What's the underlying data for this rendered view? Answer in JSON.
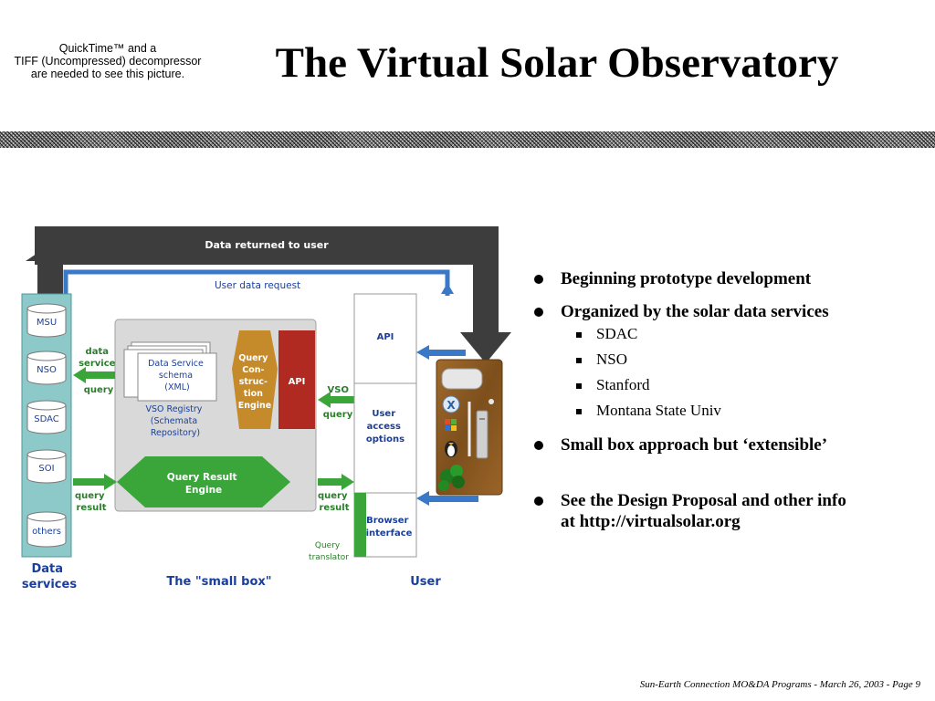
{
  "header": {
    "qt_placeholder": [
      "QuickTime™ and a",
      "TIFF (Uncompressed) decompressor",
      "are needed to see this picture."
    ],
    "title": "The Virtual Solar Observatory"
  },
  "diagram": {
    "data_returned": "Data returned to user",
    "user_data_request": "User data request",
    "data_services_items": [
      "MSU",
      "NSO",
      "SDAC",
      "SOI",
      "others"
    ],
    "data_services_label": [
      "Data",
      "services"
    ],
    "data_service_query": [
      "data",
      "service",
      "query"
    ],
    "query_result_left": [
      "query",
      "result"
    ],
    "schema_box": [
      "Data Service",
      "schema",
      "(XML)"
    ],
    "registry": [
      "VSO Registry",
      "(Schemata",
      "Repository)"
    ],
    "query_construction": [
      "Query",
      "Con-",
      "struc-",
      "tion",
      "Engine"
    ],
    "api_inner": "API",
    "vso_query": [
      "VSO",
      "query"
    ],
    "query_result_engine": [
      "Query Result",
      "Engine"
    ],
    "query_result_right": [
      "query",
      "result"
    ],
    "small_box_label": "The \"small box\"",
    "api_user": "API",
    "user_access": [
      "User",
      "access",
      "options"
    ],
    "browser_interface": [
      "Browser",
      "interface"
    ],
    "query_translator": [
      "Query",
      "translator"
    ],
    "user_label": "User",
    "colors": {
      "dark_band": "#3d3d3d",
      "blue_arrow": "#3a78c8",
      "green": "#3aa63a",
      "label_green": "#2a7d2a",
      "label_blue": "#1a3f9a",
      "teal": "#8ec9c9",
      "engine_brown": "#c58a2a",
      "api_red": "#b02a22",
      "desk_wood": "#8a5a22"
    }
  },
  "bullets": {
    "b1": "Beginning prototype development",
    "b2": "Organized by the solar data services",
    "subs": [
      "SDAC",
      "NSO",
      "Stanford",
      "Montana State Univ"
    ],
    "b3": "Small box approach but ‘extensible’",
    "b4_line1": "See the Design Proposal and other info",
    "b4_line2": "at http://virtualsolar.org"
  },
  "footer": "Sun-Earth Connection  MO&DA Programs   -   March 26, 2003  -  Page 9"
}
